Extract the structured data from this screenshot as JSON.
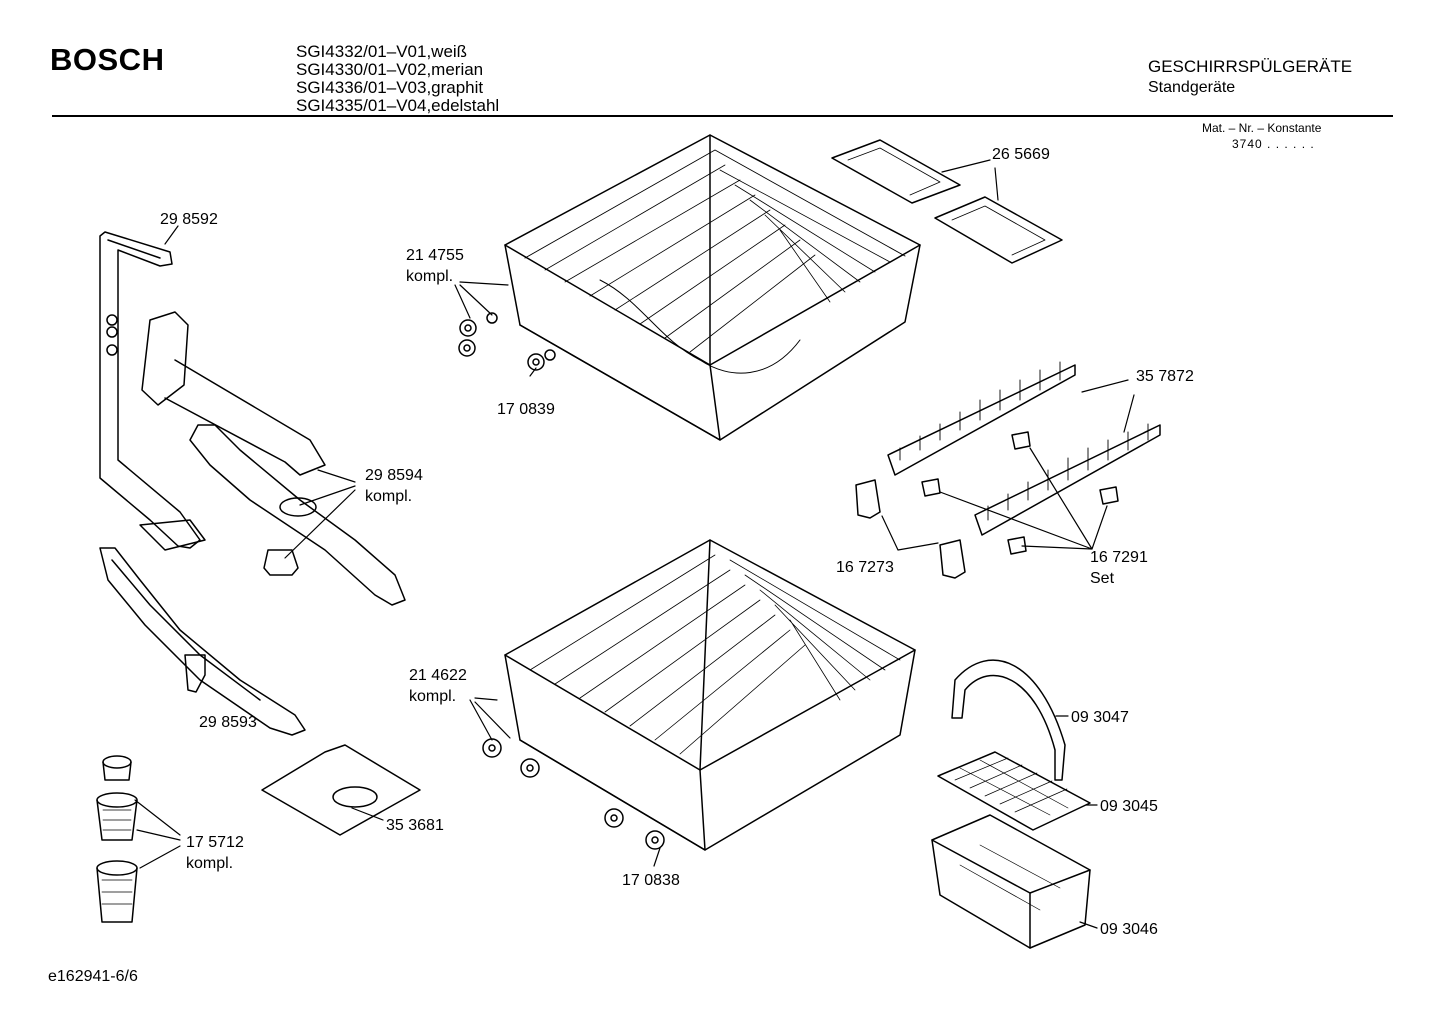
{
  "header": {
    "brand": "BOSCH",
    "models": [
      "SGI4332/01–V01,weiß",
      "SGI4330/01–V02,merian",
      "SGI4336/01–V03,graphit",
      "SGI4335/01–V04,edelstahl"
    ],
    "category_title": "GESCHIRRSPÜLGERÄTE",
    "category_subtitle": "Standgeräte",
    "mat_label": "Mat. – Nr. – Konstante",
    "mat_value": "3740  .  .   .  .  .  ."
  },
  "parts": [
    {
      "number": "29 8592"
    },
    {
      "number": "21 4755",
      "note": "kompl."
    },
    {
      "number": "17 0839"
    },
    {
      "number": "26 5669"
    },
    {
      "number": "35 7872"
    },
    {
      "number": "29 8594",
      "note": "kompl."
    },
    {
      "number": "16 7273"
    },
    {
      "number": "16 7291",
      "note": "Set"
    },
    {
      "number": "29 8593"
    },
    {
      "number": "21 4622",
      "note": "kompl."
    },
    {
      "number": "09 3047"
    },
    {
      "number": "09 3045"
    },
    {
      "number": "35 3681"
    },
    {
      "number": "17 5712",
      "note": "kompl."
    },
    {
      "number": "17 0838"
    },
    {
      "number": "09 3046"
    }
  ],
  "footer": {
    "drawing_code": "e162941-6/6"
  }
}
